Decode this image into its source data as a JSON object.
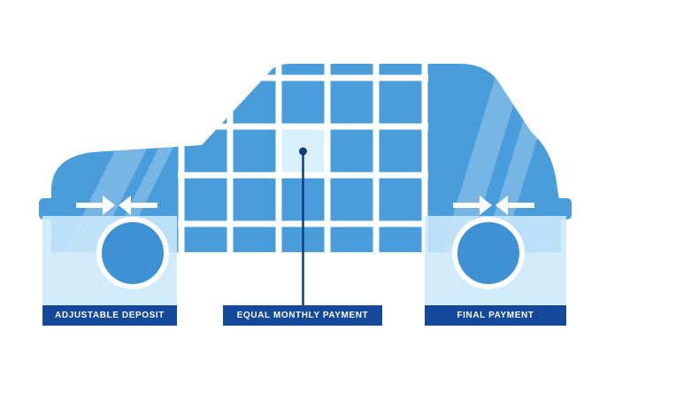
{
  "infographic": {
    "labels": {
      "deposit": "ADJUSTABLE DEPOSIT",
      "monthly": "EQUAL MONTHLY PAYMENT",
      "final": "FINAL PAYMENT"
    },
    "icons": {
      "deposit_arrows": "converging-arrows-icon",
      "final_arrows": "converging-arrows-icon",
      "highlight_marker": "dot-connector-icon"
    },
    "colors": {
      "car_body": "#4A9DDB",
      "wheel": "#3E92D4",
      "grid_line": "#FFFFFF",
      "highlight_tile": "#D8EFFC",
      "band": "#CBE8F9",
      "label_background": "#14489B",
      "label_text": "#FFFFFF",
      "connector": "#0E3D7C",
      "arrow": "#FFFFFF"
    }
  }
}
